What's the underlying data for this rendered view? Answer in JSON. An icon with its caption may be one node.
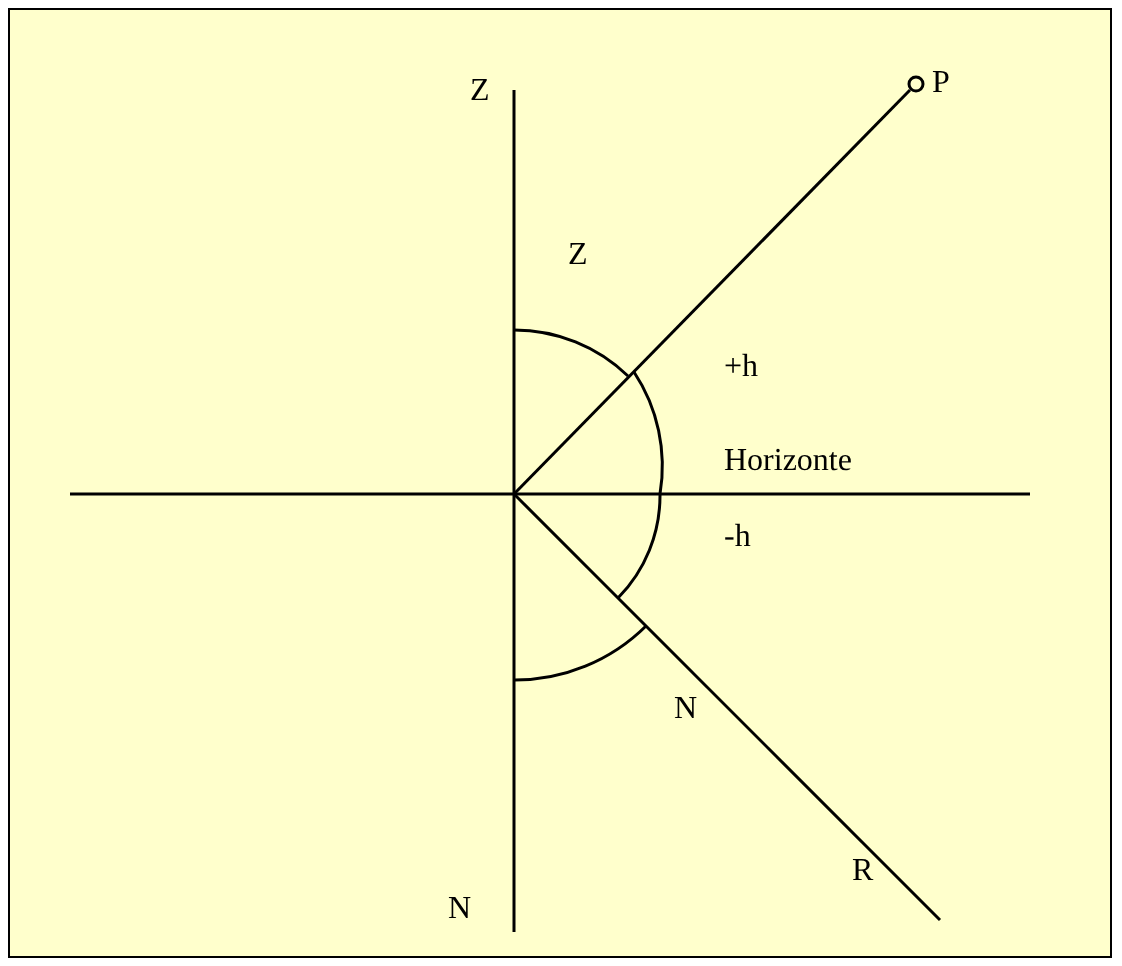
{
  "diagram": {
    "labels": [
      "Z",
      "P",
      "Z",
      "+h",
      "Horizonte",
      "-h",
      "N",
      "R",
      "N"
    ]
  }
}
